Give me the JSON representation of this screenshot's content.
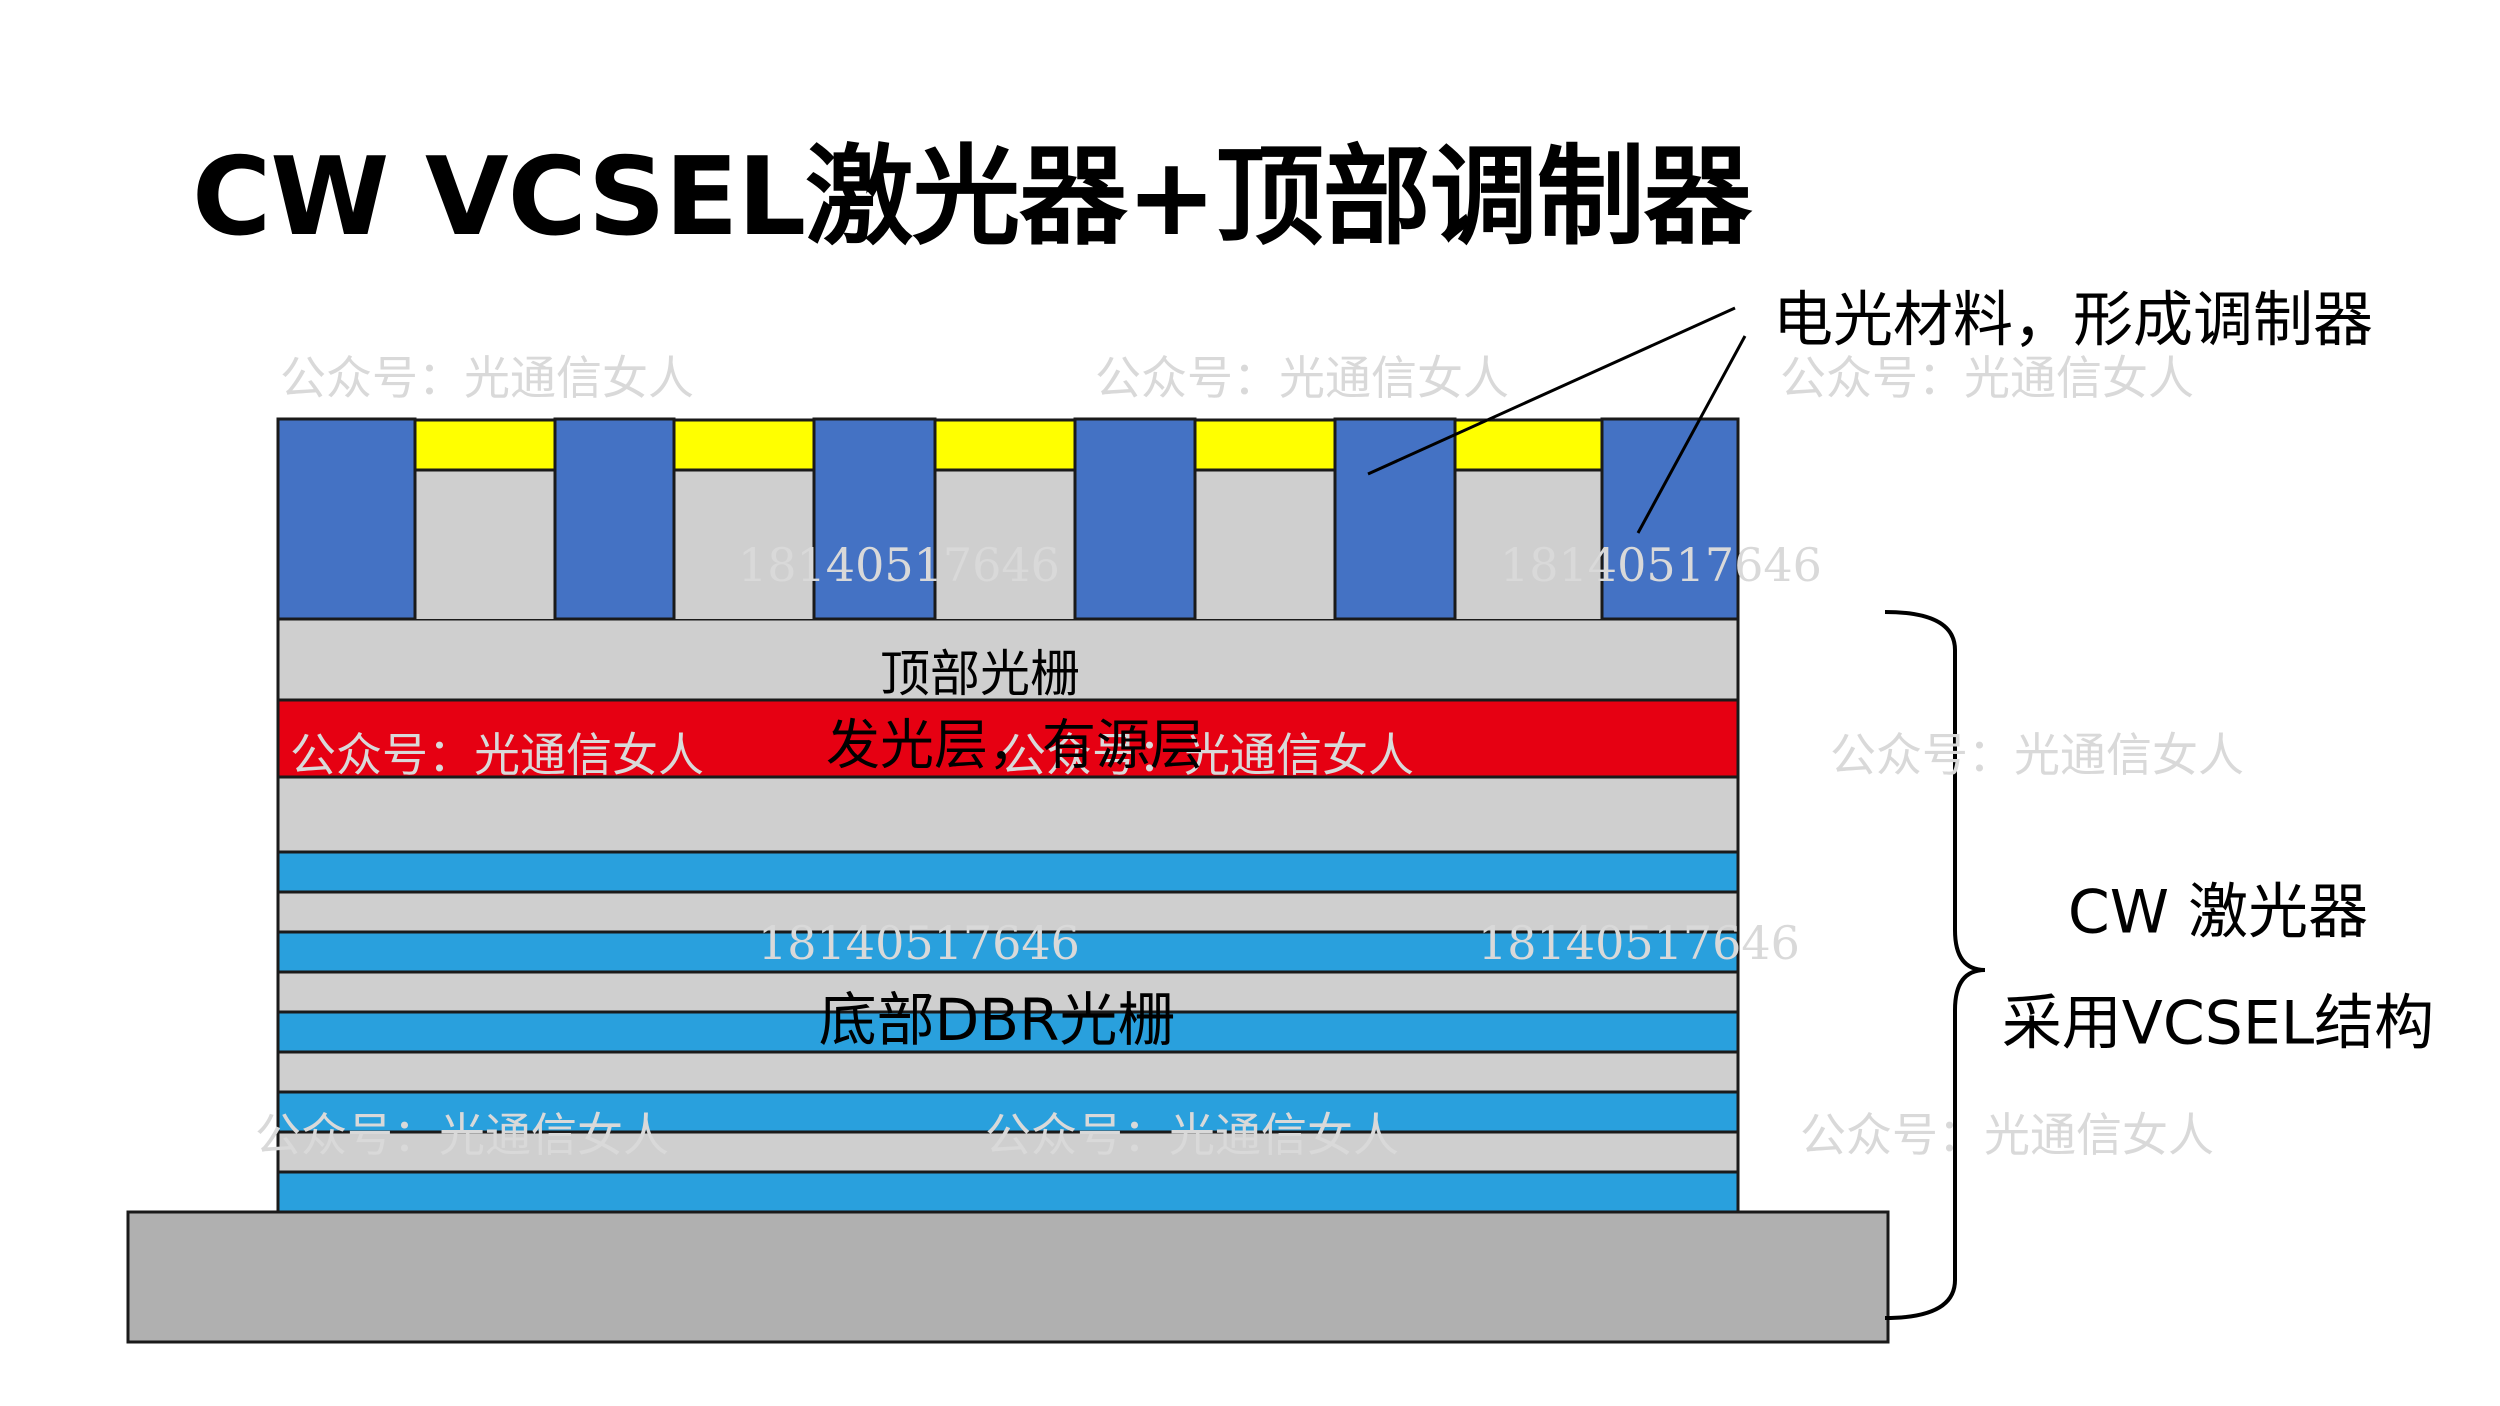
{
  "title": "CW VCSEL激光器+顶部调制器",
  "labels": {
    "eo_material": "电光材料，形成调制器",
    "top_grating": "顶部光栅",
    "active_layer": "发光层，有源层",
    "bottom_dbr": "底部DBR光栅",
    "cw_laser": "CW 激光器",
    "vcsel_structure": "采用VCSEL结构"
  },
  "watermarks": {
    "account": "公众号：光通信女人",
    "phone": "18140517646"
  },
  "colors": {
    "blue_cap": "#4472c4",
    "yellow": "#ffff00",
    "gray_layer": "#cfcfcf",
    "red_active": "#e60012",
    "dbr_blue": "#29a0dd",
    "substrate": "#b0b0b0",
    "outline": "#1a1a1a"
  },
  "dbr_pairs": 5
}
